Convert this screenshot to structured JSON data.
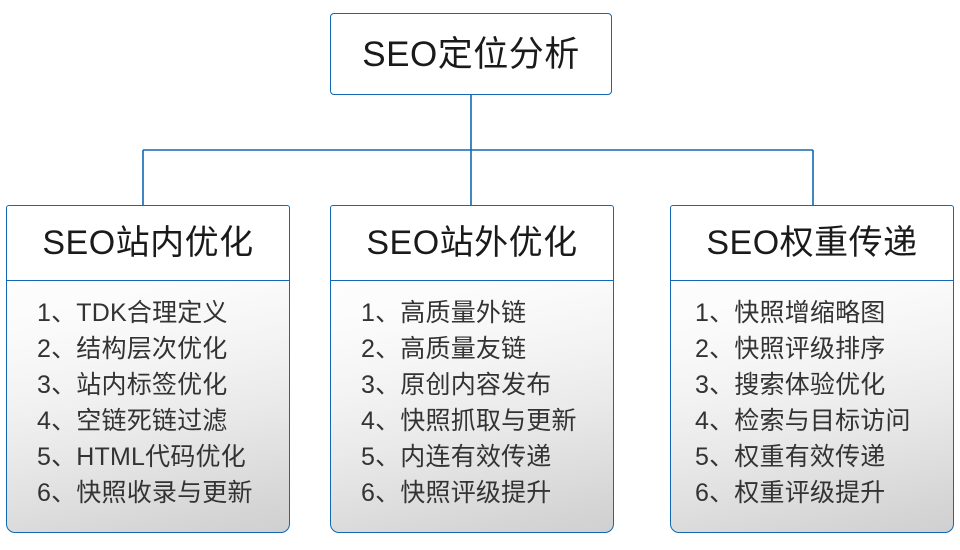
{
  "diagram": {
    "type": "org-tree",
    "accent_color": "#1268b3",
    "text_color": "#1a1a1a",
    "list_text_color": "#333333",
    "root": {
      "label": "SEO定位分析"
    },
    "branches": [
      {
        "header": "SEO站内优化",
        "items": [
          "1、TDK合理定义",
          "2、结构层次优化",
          "3、站内标签优化",
          "4、空链死链过滤",
          "5、HTML代码优化",
          "6、快照收录与更新"
        ]
      },
      {
        "header": "SEO站外优化",
        "items": [
          "1、高质量外链",
          "2、高质量友链",
          "3、原创内容发布",
          "4、快照抓取与更新",
          "5、内连有效传递",
          "6、快照评级提升"
        ]
      },
      {
        "header": "SEO权重传递",
        "items": [
          "1、快照增缩略图",
          "2、快照评级排序",
          "3、搜索体验优化",
          "4、检索与目标访问",
          "5、权重有效传递",
          "6、权重评级提升"
        ]
      }
    ]
  }
}
